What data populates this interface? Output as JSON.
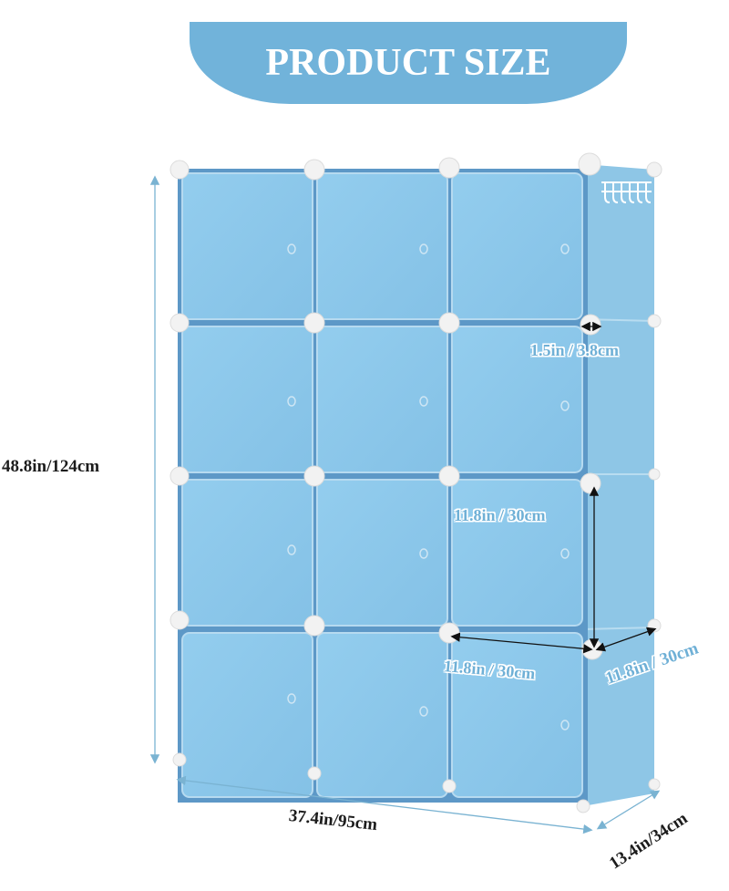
{
  "banner": {
    "title": "PRODUCT SIZE"
  },
  "colors": {
    "banner": "#71b3da",
    "cube_face": "#8cc8ea",
    "cube_edge": "#5a97c8",
    "connector": "#f2f2f2",
    "dimension_line": "#7ab3d2",
    "label_dark": "#1c1c1c",
    "label_light": "#6fb0d6"
  },
  "product": {
    "grid_columns": 3,
    "grid_rows": 4,
    "has_side_hook": true
  },
  "dimensions": {
    "height": "48.8in/124cm",
    "width": "37.4in/95cm",
    "depth": "13.4in/34cm",
    "panel_gap": "1.5in / 3.8cm",
    "cube_height": "11.8in / 30cm",
    "cube_width": "11.8in / 30cm",
    "cube_depth": "11.8in / 30cm"
  }
}
